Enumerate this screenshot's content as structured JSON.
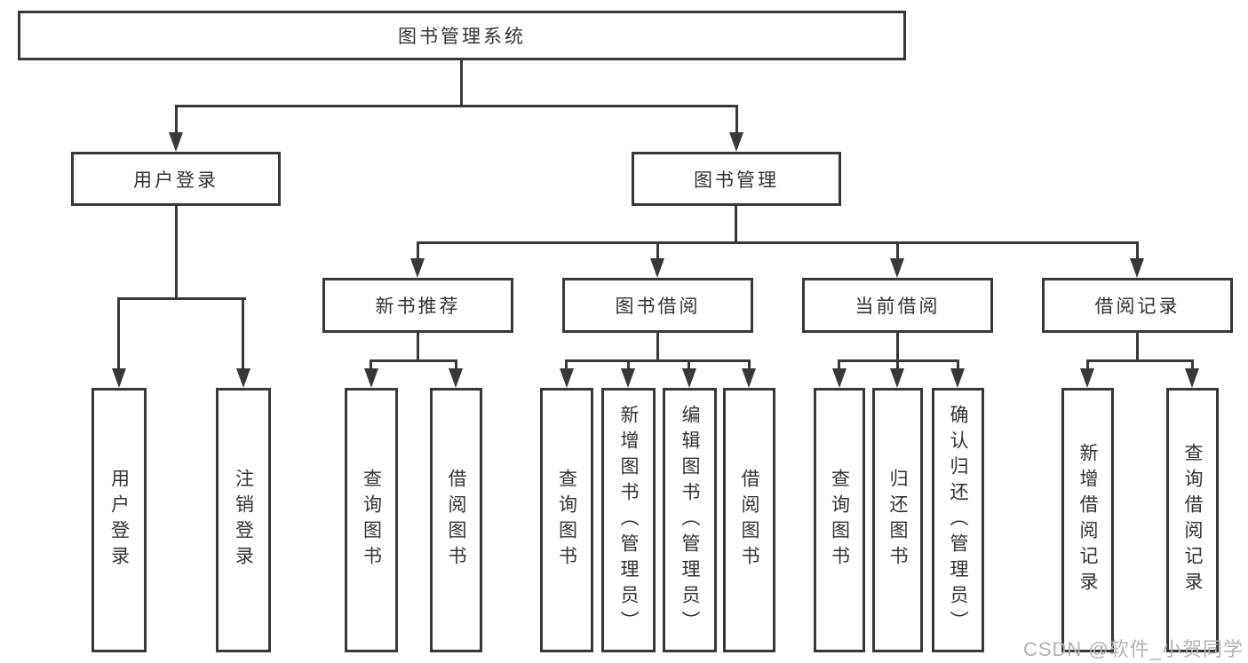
{
  "diagram_title": "图书管理系统",
  "tree": {
    "root": {
      "label": "图书管理系统",
      "children": [
        {
          "label": "用户登录",
          "children": [
            {
              "label": "用户登录"
            },
            {
              "label": "注销登录"
            }
          ]
        },
        {
          "label": "图书管理",
          "children": [
            {
              "label": "新书推荐",
              "children": [
                {
                  "label": "查询图书"
                },
                {
                  "label": "借阅图书"
                }
              ]
            },
            {
              "label": "图书借阅",
              "children": [
                {
                  "label": "查询图书"
                },
                {
                  "label": "新增图书（管理员）"
                },
                {
                  "label": "编辑图书（管理员）"
                },
                {
                  "label": "借阅图书"
                }
              ]
            },
            {
              "label": "当前借阅",
              "children": [
                {
                  "label": "查询图书"
                },
                {
                  "label": "归还图书"
                },
                {
                  "label": "确认归还（管理员）"
                }
              ]
            },
            {
              "label": "借阅记录",
              "children": [
                {
                  "label": "新增借阅记录"
                },
                {
                  "label": "查询借阅记录"
                }
              ]
            }
          ]
        }
      ]
    }
  },
  "watermark": {
    "text": "CSDN @软件_小贺同学"
  },
  "colors": {
    "line": "#383838",
    "text": "#333333",
    "background": "#ffffff",
    "watermark": "#b3b3b3"
  }
}
